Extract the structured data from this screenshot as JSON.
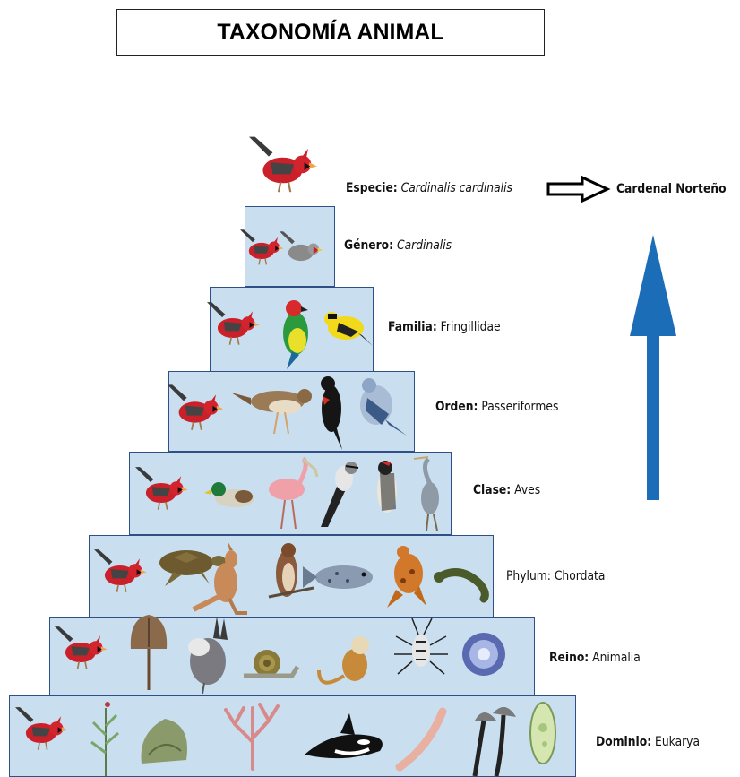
{
  "title": "TAXONOMÍA ANIMAL",
  "levels": [
    {
      "rank": "Especie:",
      "name": "Cardinalis cardinalis",
      "italic": true
    },
    {
      "rank": "Género:",
      "name": "Cardinalis",
      "italic": true
    },
    {
      "rank": "Familia:",
      "name": "Fringillidae",
      "italic": false
    },
    {
      "rank": "Orden:",
      "name": "Passeriformes",
      "italic": false
    },
    {
      "rank": "Clase:",
      "name": "Aves",
      "italic": false
    },
    {
      "rank": "Phylum:",
      "name": "Chordata",
      "italic": false
    },
    {
      "rank": "Reino:",
      "name": "Animalia",
      "italic": false
    },
    {
      "rank": "Dominio:",
      "name": "Eukarya",
      "italic": false
    }
  ],
  "common_name": "Cardenal Norteño",
  "colors": {
    "tier_fill": "#c9dff0",
    "tier_border": "#2f4f86",
    "arrow": "#1a6db6"
  },
  "icons": [
    "cardinal-icon",
    "duck-icon",
    "spoonbill-icon",
    "heron-icon",
    "goldfinch-icon",
    "turtle-icon",
    "kangaroo-icon",
    "hawk-icon",
    "fish-icon",
    "frog-icon",
    "salamander-icon",
    "horseshoe-crab-icon",
    "grouse-icon",
    "snail-icon",
    "monkey-icon",
    "beetle-icon",
    "sea-anemone-icon",
    "plant-icon",
    "fungus-icon",
    "coral-icon",
    "orca-icon",
    "worm-icon",
    "mushroom-icon",
    "paramecium-icon"
  ]
}
